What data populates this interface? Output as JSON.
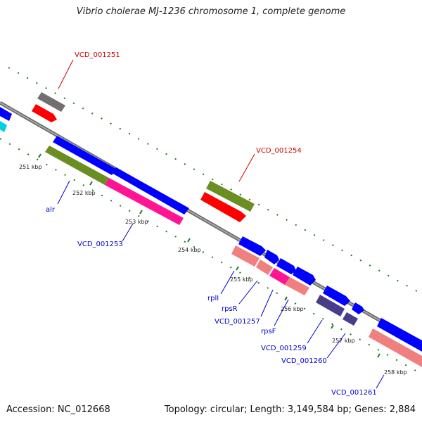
{
  "title": "Vibrio cholerae MJ-1236 chromosome 1, complete genome",
  "footer": {
    "accession": "Accession: NC_012668",
    "topology": "Topology: circular; Length: 3,149,584 bp; Genes: 2,884"
  },
  "ticks": [
    "251 kbp",
    "252 kbp",
    "253 kbp",
    "254 kbp",
    "255 kbp",
    "256 kbp",
    "257 kbp",
    "258 kbp"
  ],
  "gene_labels": {
    "red": [
      "VCD_001251",
      "VCD_001254"
    ],
    "blue": [
      "alr",
      "VCD_001253",
      "rplI",
      "rpsR",
      "VCD_001257",
      "rpsF",
      "VCD_001259",
      "VCD_001260",
      "VCD_001261"
    ]
  },
  "colors": {
    "backbone": "#8c8c8c",
    "blue": "#0000ff",
    "red": "#ff0000",
    "olive": "#6b8e23",
    "pink": "#ff1493",
    "salmon": "#f08080",
    "navy": "#483d8b",
    "gray": "#707070",
    "cyan": "#00d0e0",
    "tick_green": "#1e7a1e",
    "label_red": "#cc0000",
    "label_blue": "#0000cc"
  }
}
